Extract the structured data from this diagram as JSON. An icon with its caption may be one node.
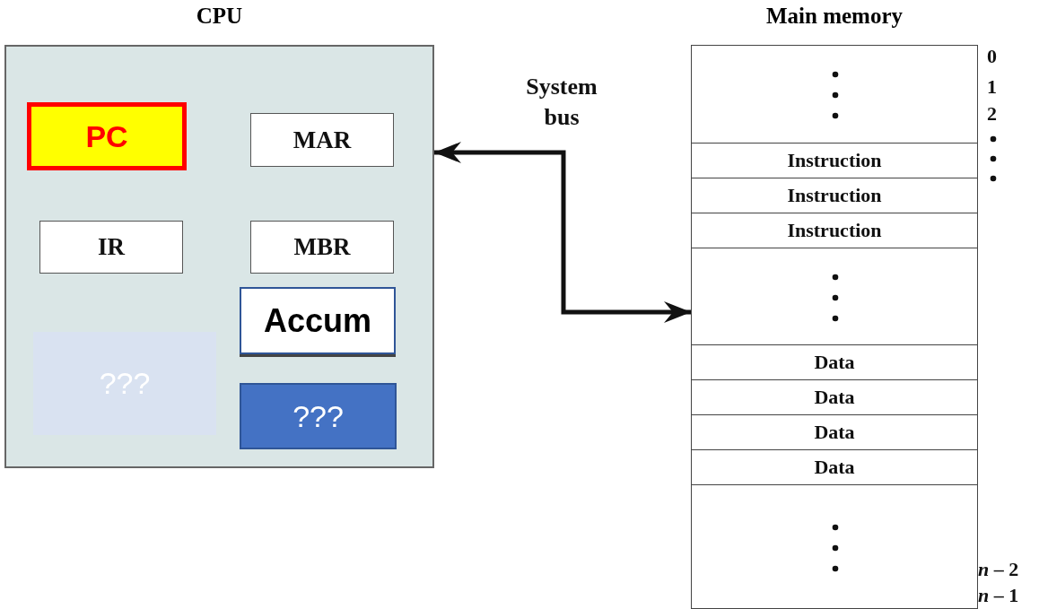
{
  "diagram": {
    "nodes": [
      {
        "text": [
          "CPU"
        ]
      },
      {
        "text": [
          "PC"
        ],
        "in": 0
      },
      {
        "text": [
          "MAR"
        ],
        "in": 0
      },
      {
        "text": [
          "IR"
        ],
        "in": 0
      },
      {
        "text": [
          "MBR"
        ],
        "in": 0
      },
      {
        "text": [
          "Accum"
        ],
        "in": 0
      },
      {
        "text": [
          "???"
        ],
        "in": 0
      },
      {
        "text": [
          "???"
        ],
        "in": 0
      },
      {
        "text": [
          "Main memory"
        ]
      },
      {
        "text": [],
        "shape": "box",
        "in": 8
      },
      {
        "text": [
          "Instruction"
        ],
        "in": 8
      },
      {
        "text": [
          "Instruction"
        ],
        "in": 8
      },
      {
        "text": [
          "Instruction"
        ],
        "in": 8
      },
      {
        "text": [],
        "shape": "box",
        "in": 8
      },
      {
        "text": [
          "Data"
        ],
        "in": 8
      },
      {
        "text": [
          "Data"
        ],
        "in": 8
      },
      {
        "text": [
          "Data"
        ],
        "in": 8
      },
      {
        "text": [
          "Data"
        ],
        "in": 8
      },
      {
        "text": [],
        "shape": "box",
        "in": 8
      }
    ],
    "edges": [
      {
        "from": 0,
        "to": 13,
        "arrow": "both",
        "label": "System bus"
      }
    ],
    "labels": [
      "0",
      "1",
      "2",
      "*n* – 2",
      "*n* – 1"
    ]
  }
}
